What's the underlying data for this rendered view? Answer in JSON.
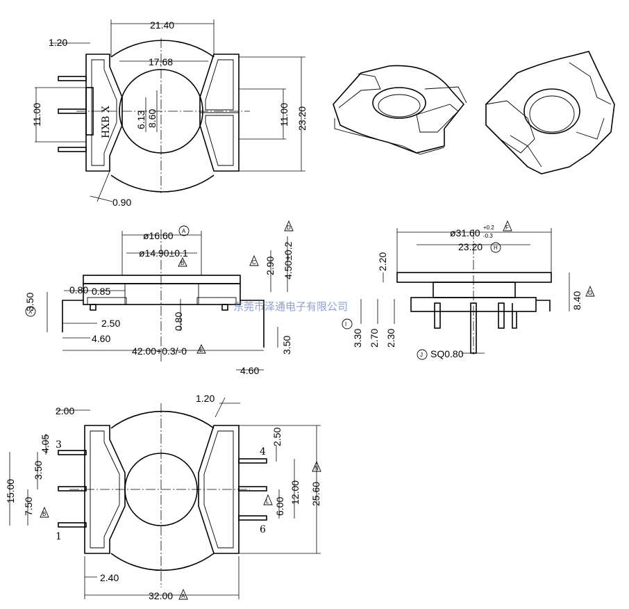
{
  "top_view": {
    "dims": [
      "21.40",
      "17.68",
      "1.20",
      "11.00",
      "6.13",
      "8.60",
      "11.00",
      "23.20",
      "0.90"
    ],
    "marking": "HXB X"
  },
  "front_view": {
    "dims": [
      "ø16.60",
      "ø14.90±0.1",
      "0.80",
      "0.85",
      "3.50",
      "2.50",
      "4.60",
      "0.80",
      "2.90",
      "4.50±0.2",
      "42.00+0.3/-0",
      "3.50",
      "4.60"
    ],
    "labels": {
      "A": "A",
      "B": "B",
      "X": "X"
    },
    "notes": {
      "C": "C",
      "D": "D",
      "E": "E"
    }
  },
  "side_view": {
    "dims": [
      "ø31.60",
      "+0.2",
      "-0.3",
      "23.20",
      "2.20",
      "8.40",
      "3.30",
      "2.70",
      "2.30",
      "SQ0.80"
    ],
    "labels": {
      "H": "H",
      "I": "I",
      "J": "J"
    },
    "notes": {
      "F": "F",
      "G": "G"
    }
  },
  "bottom_view": {
    "dims": [
      "2.00",
      "1.20",
      "4.05",
      "3.50",
      "15.00",
      "7.50",
      "2.50",
      "12.00",
      "6.00",
      "25.60",
      "2.40",
      "32.00"
    ],
    "pins": [
      "3",
      "1",
      "4",
      "6"
    ],
    "notes": {
      "B": "B",
      "N": "N",
      "L": "L",
      "A": "A"
    }
  },
  "watermark": "东莞市泽通电子有限公司"
}
